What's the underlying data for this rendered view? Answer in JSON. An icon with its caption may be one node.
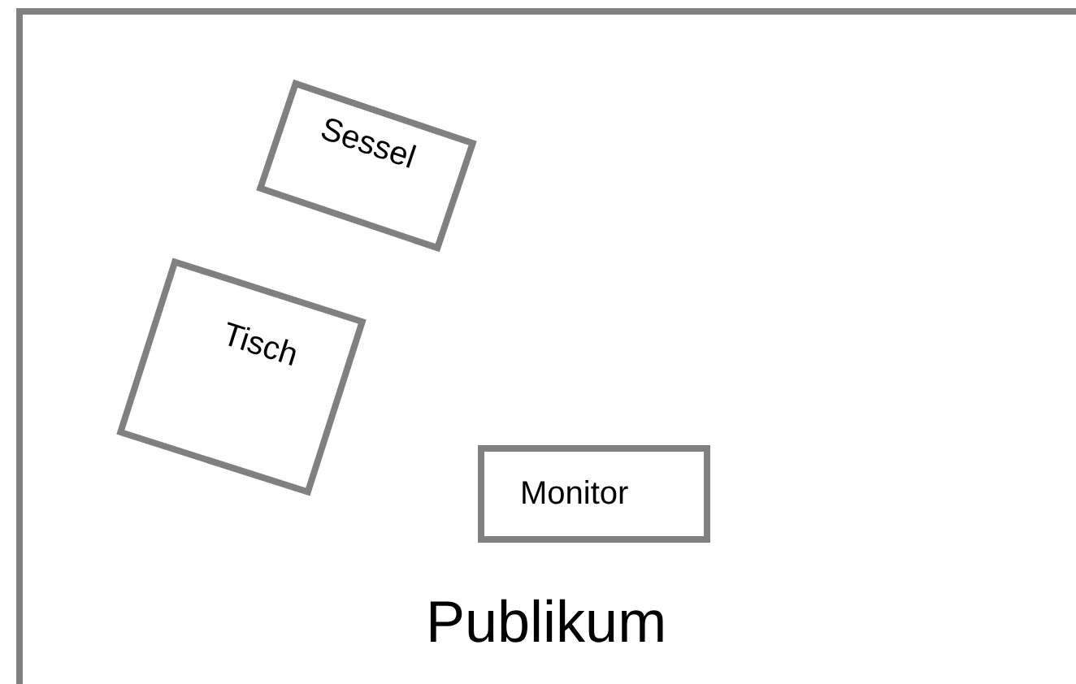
{
  "diagram": {
    "nodes": [
      {
        "text": [
          "Sessel"
        ]
      },
      {
        "text": [
          "Tisch"
        ]
      },
      {
        "text": [
          "Monitor"
        ]
      }
    ],
    "labels": [
      "Publikum"
    ]
  }
}
